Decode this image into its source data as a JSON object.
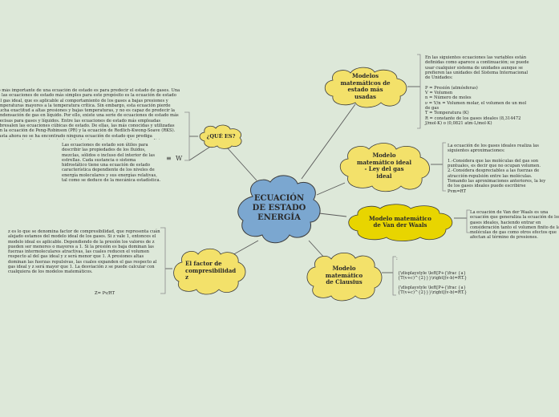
{
  "center": {
    "title": "ECUACIÓN DE ESTADO ENERGÍA"
  },
  "nodes": {
    "queEs": {
      "label": "¿QUÉ ES?"
    },
    "modelos": {
      "label": "Modelos matemáticos de estado más usadas"
    },
    "ideal": {
      "label": "Modelo matemático ideal - Ley del gas ideal"
    },
    "vanDerWaals": {
      "label": "Modelo matemático de Van der Waals"
    },
    "clausius": {
      "label": "Modelo matemático de Clausius"
    },
    "factorZ": {
      "label": "El factor de compresibilidad z"
    }
  },
  "notes": {
    "queEsLeft": "Lo más importante de una ecuación de estado es para predecir el estado de gases. Una de las ecuaciones de estado más simples para este propósito es la ecuación de estado del gas ideal, que es aplicable al comportamiento de los gases a bajas presiones y temperaturas mayores a la temperatura crítica. Sin embargo, esta ecuación pierde mucha exactitud a altas presiones y bajas temperaturas, y no es capaz de predecir la condensación de gas en líquido. Por ello, existe una serie de ecuaciones de estado más precisas para gases y líquidos. Entre las ecuaciones de estado más empleadas sobresalen las ecuaciones cúbicas de estado. De ellas, las más conocidas y utilizadas son la ecuación de Peng-Robinson (PR) y la ecuación de Redlich-Kwong-Soave (RKS). Hasta ahora no se ha encontrado ninguna ecuación de estado que prediga correctamente el comportamiento de todas las sustancias en todas las condiciones.",
    "queEsBottom": "Las ecuaciones de estado son útiles para describir las propiedades de los fluidos, mezclas, sólidos o incluso del interior de las estrellas. Cada sustancia o sistema hidrostático tiene una ecuación de estado característica dependiente de los niveles de energía moleculares y sus energías relativas, tal como se deduce de la mecánica estadística.",
    "modelos": "En las siguientes ecuaciones las variables están definidas como aparece a continuación; se puede usar cualquier sistema de unidades aunque se prefieren las unidades del Sistema Internacional de Unidades:\n\nP = Presión (atmósferas)\nV = Volumen\nn = Número de moles\nν = V/n = Volumen molar, el volumen de un mol de gas\nT = Temperatura (K)\nR = constante de los gases ideales (8,314472 J/mol·K) o (0,0821 atm·L/mol·K)",
    "ideal": "La ecuación de los gases ideales realiza las siguientes aproximaciones:\n\n1.-Considera que las moléculas del gas son puntuales, es decir que no ocupan volumen.\n2.-Considera despreciables a las fuerzas de atracción-repulsión entre las moléculas.\nTomando las aproximaciones anteriores, la ley de los gases ideales puede escribirse\n Pvm=RT",
    "vanDerWaals": "La ecuación de Van der Waals es una ecuación que generaliza la ecuación de los gases ideales, haciendo entrar en consideración tanto el volumen finito de las moléculas de gas como otros efectos que afectan al término de presiones.",
    "clausiusColon": ":",
    "clausiusFormula1": "{\\displaystyle \\left[P+{\\frac {a}{T(v+c)^{2}}}\\right](v-b)=RT.}",
    "clausiusFormula2": "{\\displaystyle \\left[P+{\\frac {a}{T(v+c)^{2}}}\\right](v-b)=RT.}",
    "factorZ": "z es lo que se denomina factor de compresibilidad, que representa cuán alejado estamos del modelo ideal de los gases. Si z vale 1, entonces el modelo ideal es aplicable. Dependiendo de la presión los valores de z pueden ser menores o mayores a 1. Si la presión es baja dominan las fuerzas intermoleculares atractivas, las cuales reducen el volumen respecto al del gas ideal y z será menor que 1. A presiones altas dominan las fuerzas repulsivas, las cuales expanden el gas respecto al gas ideal y z será mayor que 1. La desviación z se puede calcular con cualquiera de los modelos matemáticos.",
    "factorZFormula": "Z= Pv/RT"
  },
  "icons": {
    "list": "≡",
    "wiki": "W"
  },
  "colors": {
    "background": "#dde8d9",
    "centerFill": "#7ba7d0",
    "yellowFill": "#f3e16a",
    "brightYellowFill": "#e8d500",
    "outline": "#3c3c3c",
    "link": "#5a5a5a"
  }
}
